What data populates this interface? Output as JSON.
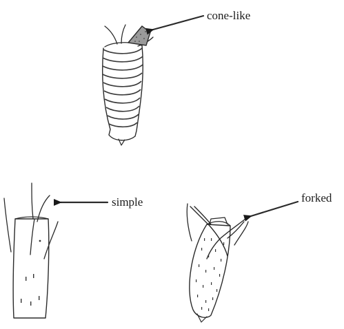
{
  "labels": {
    "cone": "cone-like",
    "simple": "simple",
    "forked": "forked"
  },
  "colors": {
    "ink": "#2a2a2a",
    "background": "#ffffff"
  }
}
